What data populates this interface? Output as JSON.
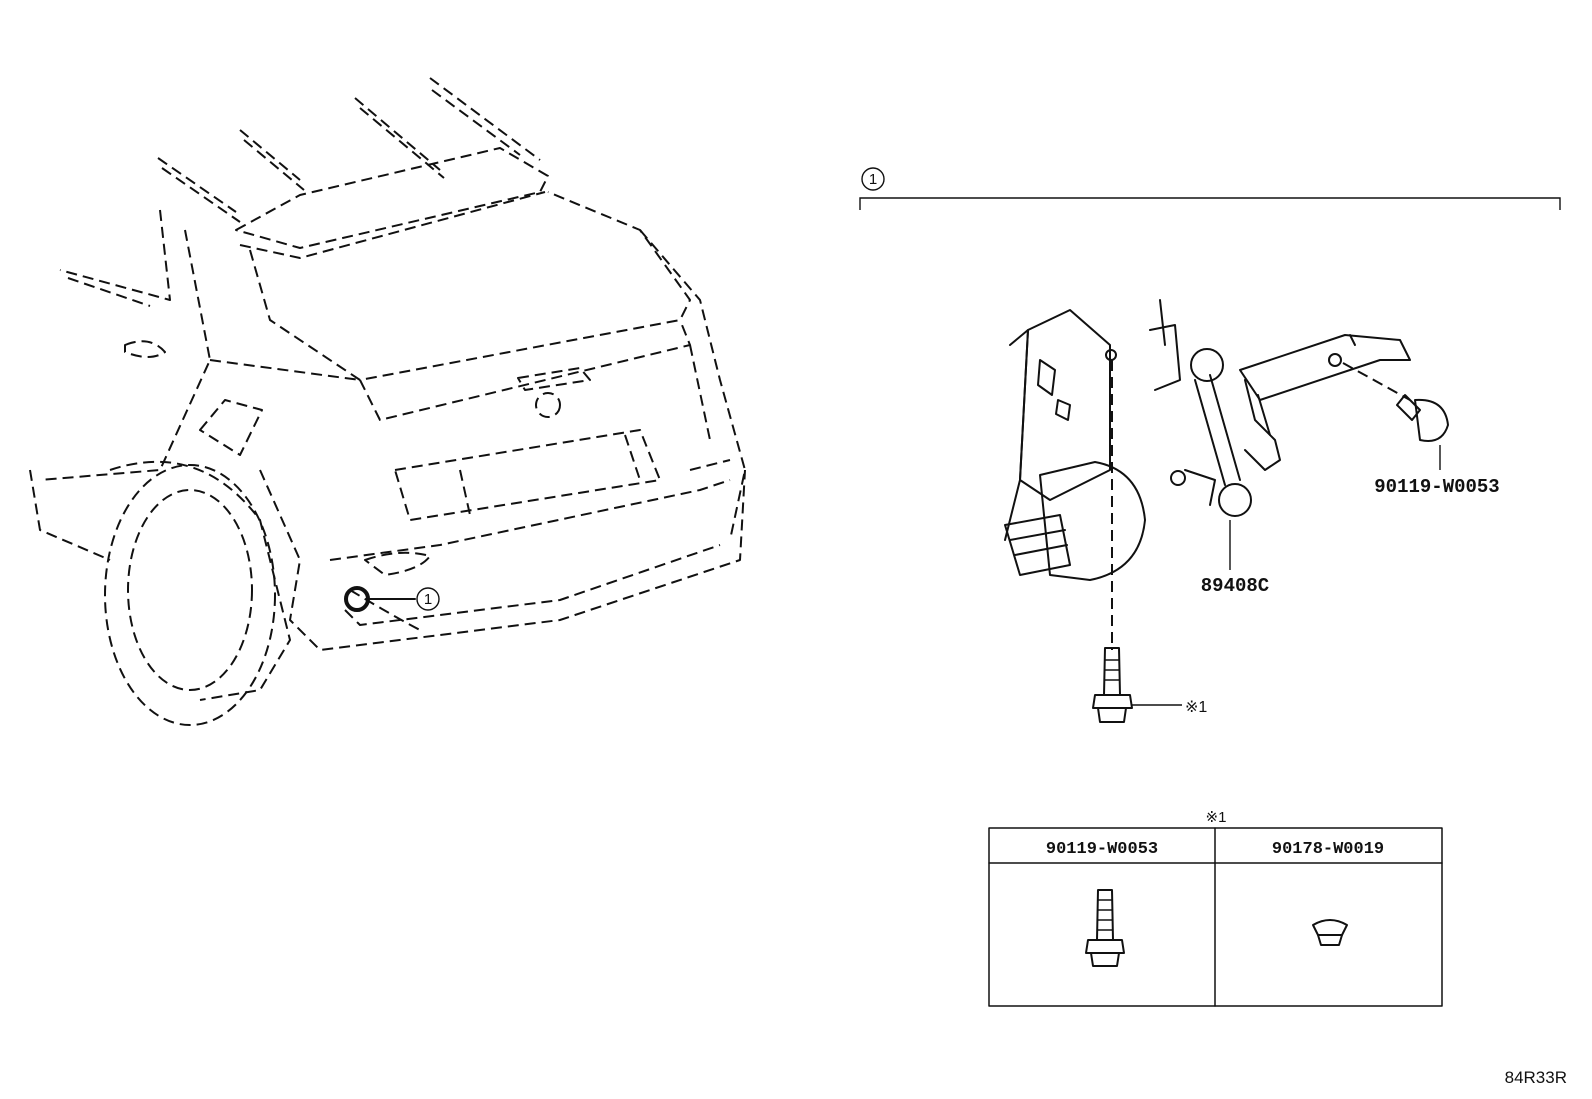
{
  "callout_marker": "1",
  "group_marker": "1",
  "note_marker": "※1",
  "parts": {
    "sensor": "89408C",
    "bolt_upper": "90119-W0053",
    "bolt_lower_ref": "※1"
  },
  "variant_table": {
    "title": "※1",
    "columns": [
      "90119-W0053",
      "90178-W0019"
    ],
    "icons": [
      "flange-bolt-icon",
      "clip-nut-icon"
    ]
  },
  "diagram_code": "84R33R"
}
